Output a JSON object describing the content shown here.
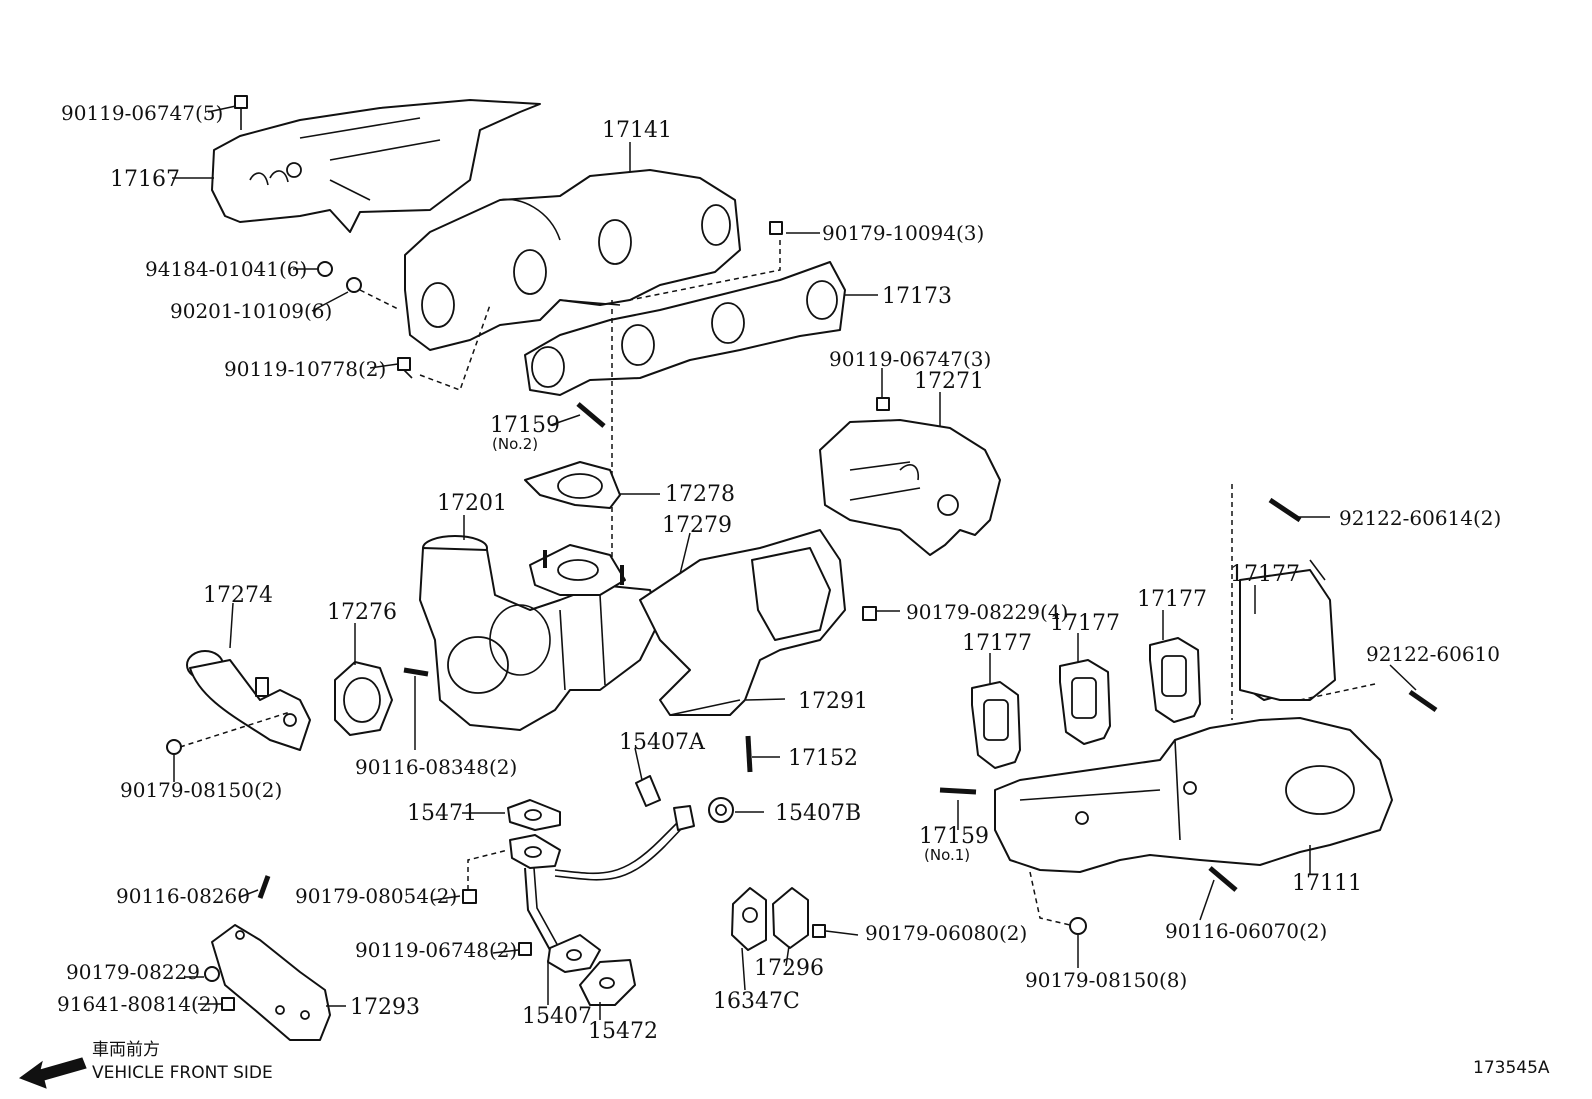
{
  "callouts": [
    {
      "id": "p90119_06747_5",
      "text": "90119-06747(5)"
    },
    {
      "id": "p17167",
      "text": "17167"
    },
    {
      "id": "p17141",
      "text": "17141"
    },
    {
      "id": "p90179_10094_3",
      "text": "90179-10094(3)"
    },
    {
      "id": "p94184_01041_6",
      "text": "94184-01041(6)"
    },
    {
      "id": "p90201_10109_6",
      "text": "90201-10109(6)"
    },
    {
      "id": "p17173",
      "text": "17173"
    },
    {
      "id": "p90119_10778_2",
      "text": "90119-10778(2)"
    },
    {
      "id": "p90119_06747_3",
      "text": "90119-06747(3)"
    },
    {
      "id": "p17271",
      "text": "17271"
    },
    {
      "id": "p17159_top",
      "text": "17159"
    },
    {
      "id": "p17159_top_sub",
      "text": "(No.2)"
    },
    {
      "id": "p17278",
      "text": "17278"
    },
    {
      "id": "p17201",
      "text": "17201"
    },
    {
      "id": "p17279",
      "text": "17279"
    },
    {
      "id": "p92122_60614_2",
      "text": "92122-60614(2)"
    },
    {
      "id": "p17274",
      "text": "17274"
    },
    {
      "id": "p17276",
      "text": "17276"
    },
    {
      "id": "p90179_08229_4",
      "text": "90179-08229(4)"
    },
    {
      "id": "p17177_a",
      "text": "17177"
    },
    {
      "id": "p17177_b",
      "text": "17177"
    },
    {
      "id": "p17177_c",
      "text": "17177"
    },
    {
      "id": "p17177_d",
      "text": "17177"
    },
    {
      "id": "p92122_60610",
      "text": "92122-60610"
    },
    {
      "id": "p17291",
      "text": "17291"
    },
    {
      "id": "p90116_08348_2",
      "text": "90116-08348(2)"
    },
    {
      "id": "p90179_08150_2",
      "text": "90179-08150(2)"
    },
    {
      "id": "p15407A",
      "text": "15407A"
    },
    {
      "id": "p17152",
      "text": "17152"
    },
    {
      "id": "p15471",
      "text": "15471"
    },
    {
      "id": "p15407B",
      "text": "15407B"
    },
    {
      "id": "p17159_bot",
      "text": "17159"
    },
    {
      "id": "p17159_bot_sub",
      "text": "(No.1)"
    },
    {
      "id": "p17111",
      "text": "17111"
    },
    {
      "id": "p90116_08260",
      "text": "90116-08260"
    },
    {
      "id": "p90179_08054_2",
      "text": "90179-08054(2)"
    },
    {
      "id": "p90179_06080_2",
      "text": "90179-06080(2)"
    },
    {
      "id": "p90116_06070_2",
      "text": "90116-06070(2)"
    },
    {
      "id": "p90119_06748_2",
      "text": "90119-06748(2)"
    },
    {
      "id": "p17296",
      "text": "17296"
    },
    {
      "id": "p90179_08229",
      "text": "90179-08229"
    },
    {
      "id": "p91641_80814_2",
      "text": "91641-80814(2)"
    },
    {
      "id": "p17293",
      "text": "17293"
    },
    {
      "id": "p15407",
      "text": "15407"
    },
    {
      "id": "p15472",
      "text": "15472"
    },
    {
      "id": "p16347C",
      "text": "16347C"
    },
    {
      "id": "p90179_08150_8",
      "text": "90179-08150(8)"
    }
  ],
  "legend": {
    "japanese": "車両前方",
    "english": "VEHICLE FRONT SIDE"
  },
  "figure_id": "173545A",
  "icons": {
    "front_arrow": "arrow-left-icon"
  }
}
